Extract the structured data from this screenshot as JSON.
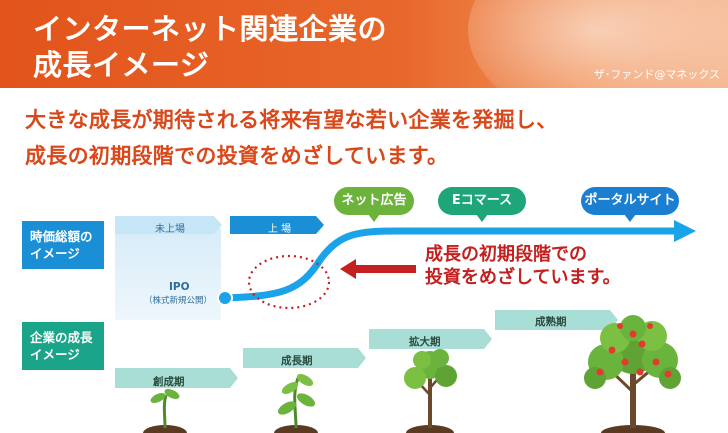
{
  "header": {
    "title_line1": "インターネット関連企業の",
    "title_line2": "成長イメージ",
    "source": "ザ･ファンド@マネックス"
  },
  "lead": {
    "line1": "大きな成長が期待される将来有望な若い企業を発掘し、",
    "line2": "成長の初期段階での投資をめざしています。"
  },
  "rows": {
    "valuation": "時価総額のイメージ",
    "valuation_line1": "時価総額の",
    "valuation_line2": "イメージ",
    "growth_line1": "企業の成長",
    "growth_line2": "イメージ"
  },
  "market": {
    "unlisted": "未上場",
    "listed": "上 場",
    "ipo": "IPO",
    "ipo_sub": "（株式新規公開）"
  },
  "milestones": {
    "net_ad": "ネット広告",
    "ecommerce": "Eコマース",
    "portal": "ポータルサイト"
  },
  "callout": {
    "line1": "成長の初期段階での",
    "line2": "投資をめざしています。"
  },
  "stages": {
    "founding": "創成期",
    "growth": "成長期",
    "expansion": "拡大期",
    "mature": "成熟期"
  },
  "colors": {
    "header_orange": "#e2541b",
    "lead_text": "#d9481a",
    "curve_blue": "#1aa3e8",
    "callout_red": "#c42020",
    "row_blue": "#1a8fd6",
    "row_green": "#1aa58a",
    "stage_band": "#a8ded6"
  }
}
